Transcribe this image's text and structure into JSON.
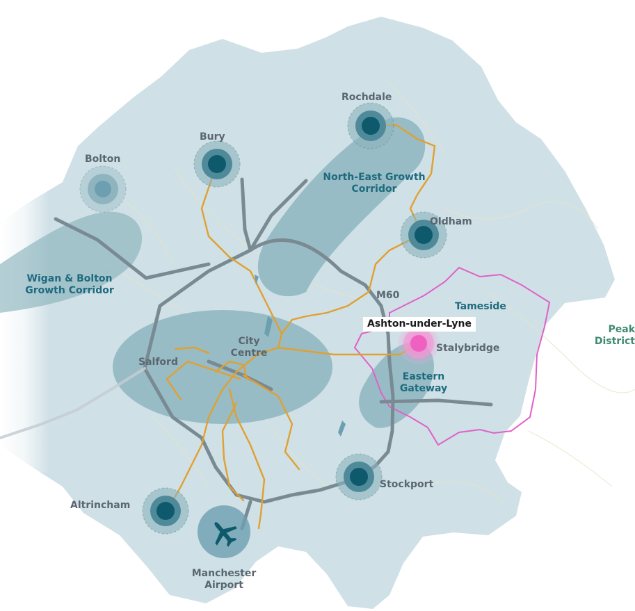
{
  "colors": {
    "land": "#cfe0e6",
    "corridor": "#8ab3bd",
    "hub": "#0e5a6c",
    "metrolink": "#e0a030",
    "motorway": "#7a8a93",
    "boundary": "#e060c8",
    "focus": "#f060c0",
    "label": "#5a6670",
    "corridor_label": "#1e6a7e",
    "peak_label": "#3f8a72"
  },
  "icons": {
    "airport": "airplane-icon"
  },
  "labels": {
    "rochdale": "Rochdale",
    "bury": "Bury",
    "bolton": "Bolton",
    "oldham": "Oldham",
    "ne_corridor": "North-East Growth\nCorridor",
    "wigan_corridor": "Wigan & Bolton\nGrowth Corridor",
    "m60": "M60",
    "tameside": "Tameside",
    "ashton": "Ashton-under-Lyne",
    "peak": "Peak\nDistrict",
    "city_centre": "City\nCentre",
    "salford": "Salford",
    "stalybridge": "Stalybridge",
    "eastern_gateway": "Eastern\nGateway",
    "stockport": "Stockport",
    "altrincham": "Altrincham",
    "airport": "Manchester\nAirport"
  }
}
